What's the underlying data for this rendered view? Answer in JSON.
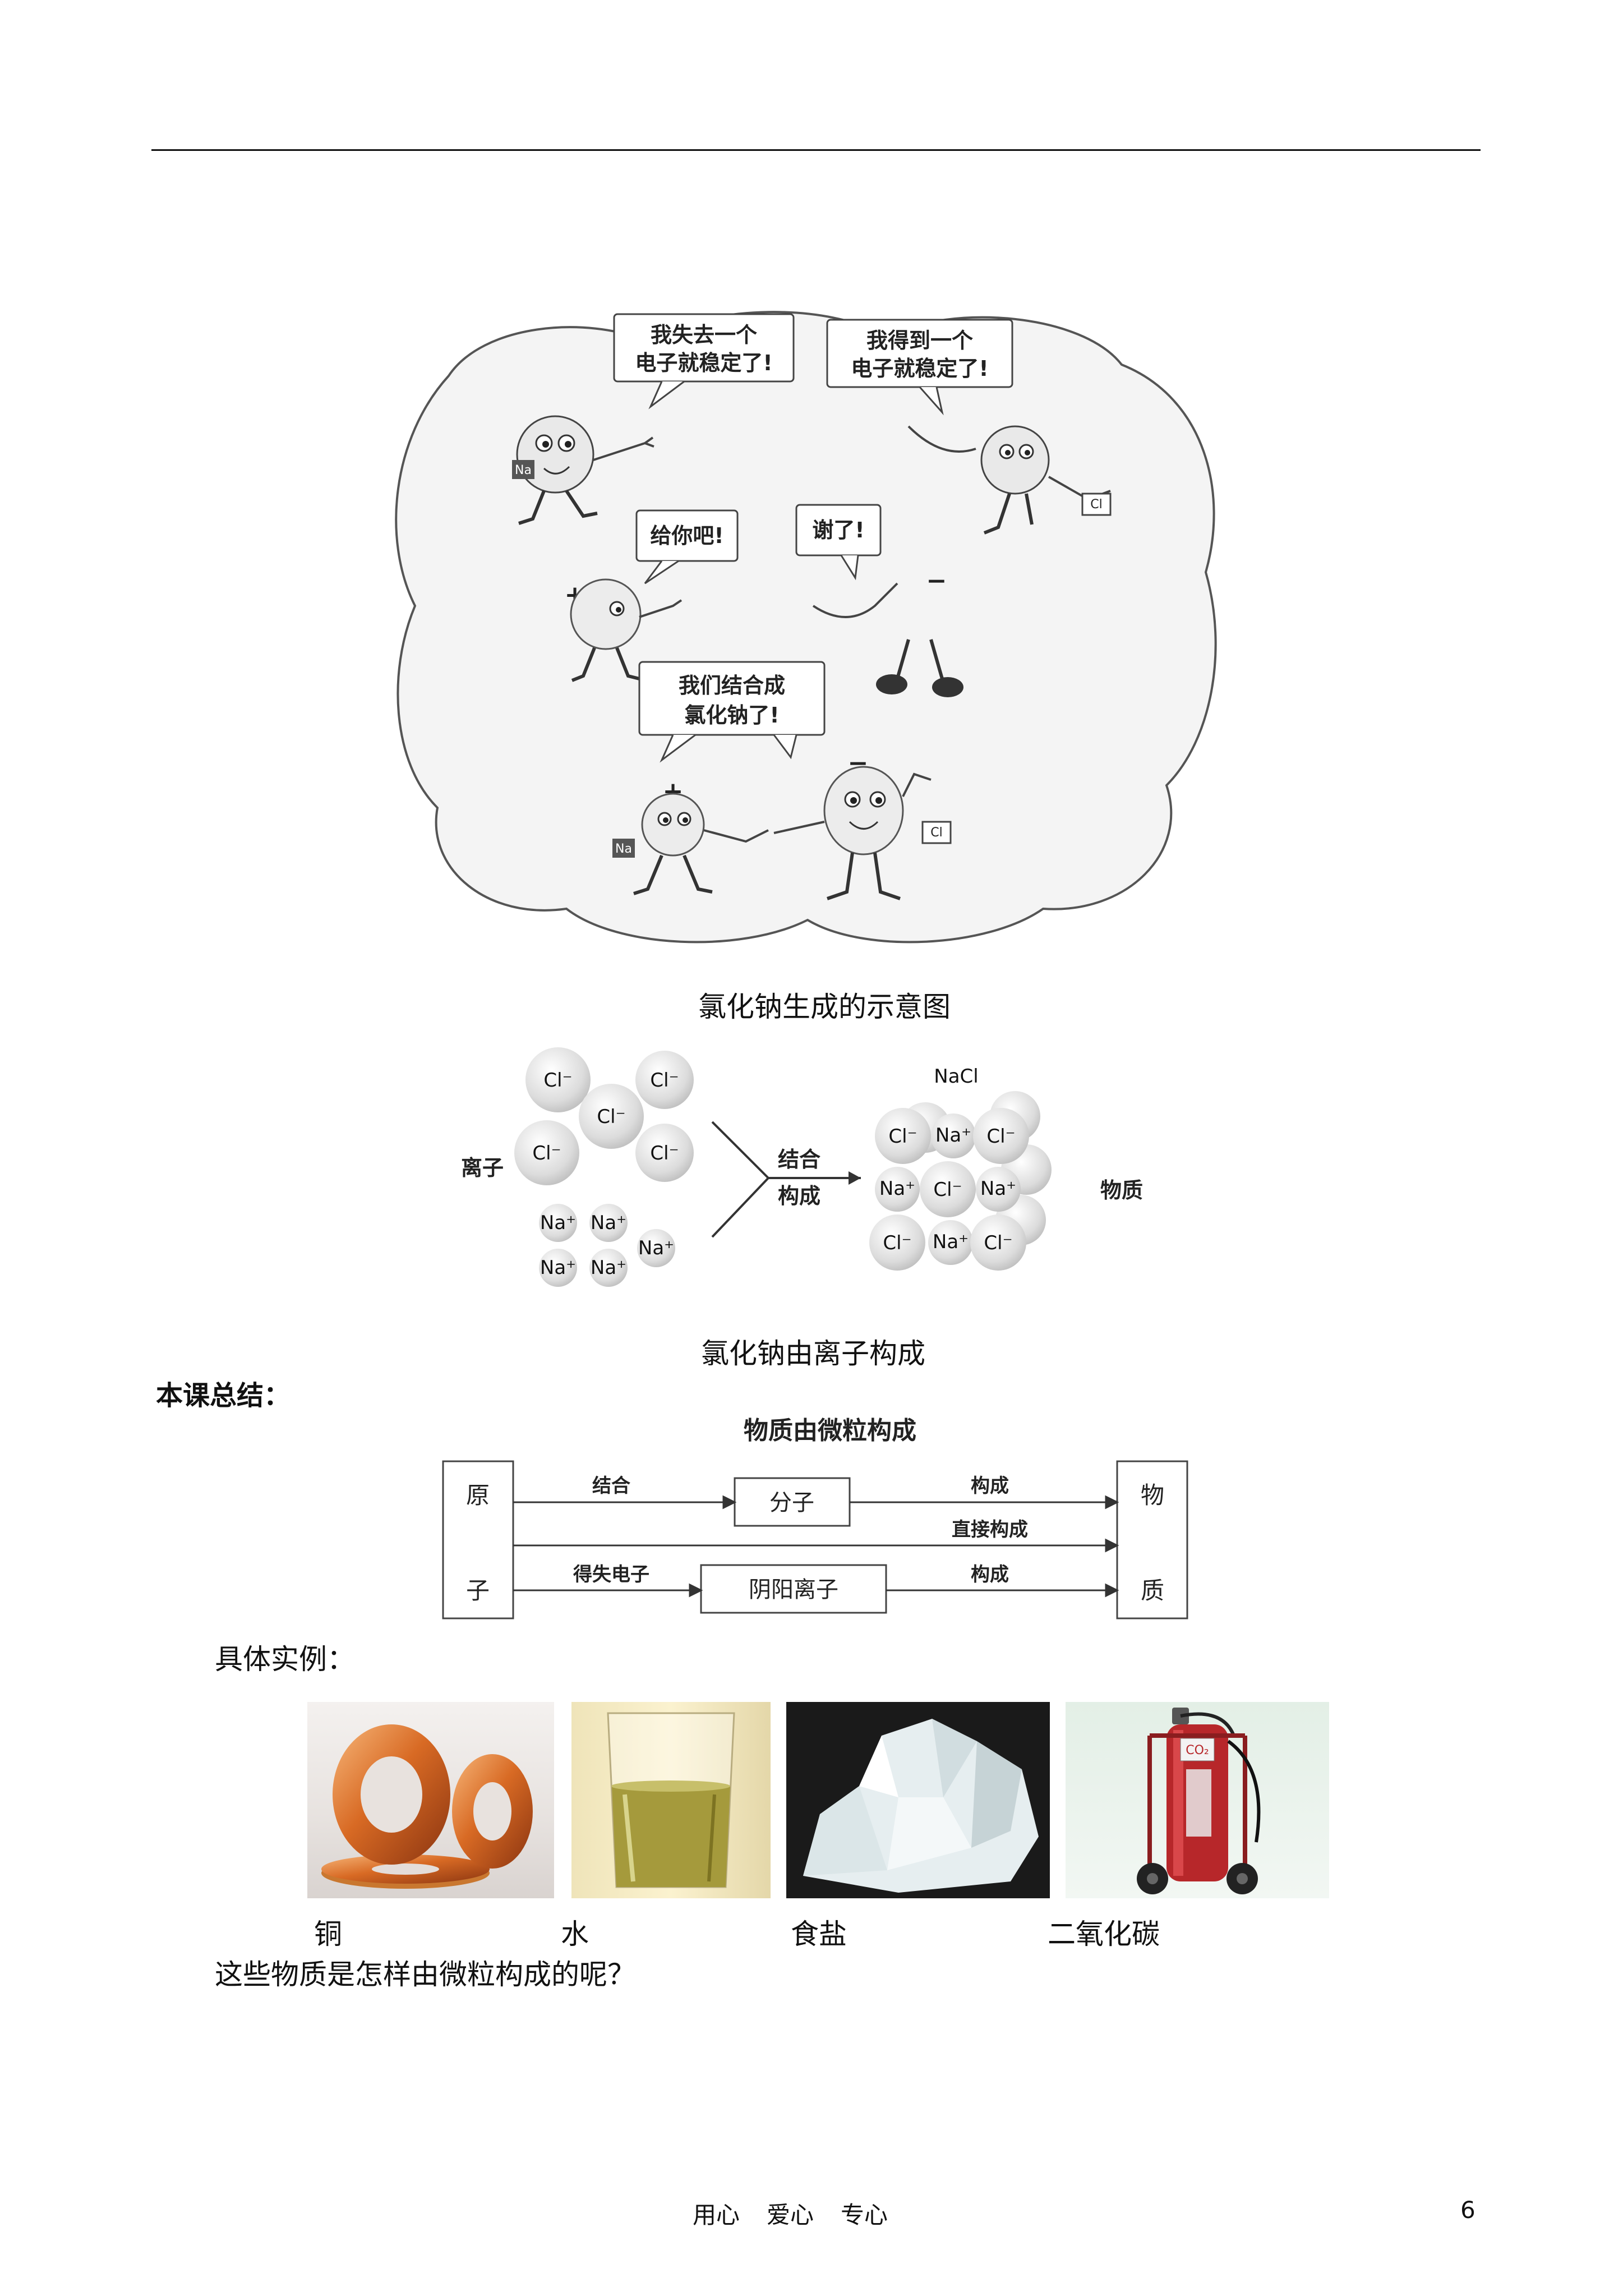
{
  "cartoon": {
    "bubble1": [
      "我失去一个",
      "电子就稳定了!"
    ],
    "bubble2": [
      "我得到一个",
      "电子就稳定了!"
    ],
    "bubble3": "给你吧!",
    "bubble4": "谢了!",
    "bubble5": [
      "我们结合成",
      "氯化钠了!"
    ],
    "na_tag": "Na",
    "cl_tag": "Cl",
    "plus": "+",
    "minus": "−",
    "caption": "氯化钠生成的示意图"
  },
  "ion_diagram": {
    "label_left": "离子",
    "label_mid_top": "结合",
    "label_mid_bottom": "构成",
    "label_right": "物质",
    "label_nacl": "NaCl",
    "cl_ion": "Cl⁻",
    "na_ion": "Na⁺",
    "caption": "氯化钠由离子构成"
  },
  "summary": {
    "heading": "本课总结：",
    "diagram_title": "物质由微粒构成",
    "atom_top": "原",
    "atom_bottom": "子",
    "matter_top": "物",
    "matter_bottom": "质",
    "molecule": "分子",
    "ions": "阴阳离子",
    "arrow_combine": "结合",
    "arrow_compose1": "构成",
    "arrow_direct": "直接构成",
    "arrow_electron": "得失电子",
    "arrow_compose2": "构成"
  },
  "examples": {
    "heading": "具体实例：",
    "items": [
      {
        "label": "铜",
        "icon": "copper-rings-photo"
      },
      {
        "label": "水",
        "icon": "glass-of-water-photo"
      },
      {
        "label": "食盐",
        "icon": "salt-crystal-photo"
      },
      {
        "label": "二氧化碳",
        "icon": "co2-extinguisher-photo"
      }
    ],
    "extinguisher_label": "CO₂",
    "question": "这些物质是怎样由微粒构成的呢？"
  },
  "footer": {
    "motto": [
      "用心",
      "爱心",
      "专心"
    ],
    "page_number": "6"
  }
}
